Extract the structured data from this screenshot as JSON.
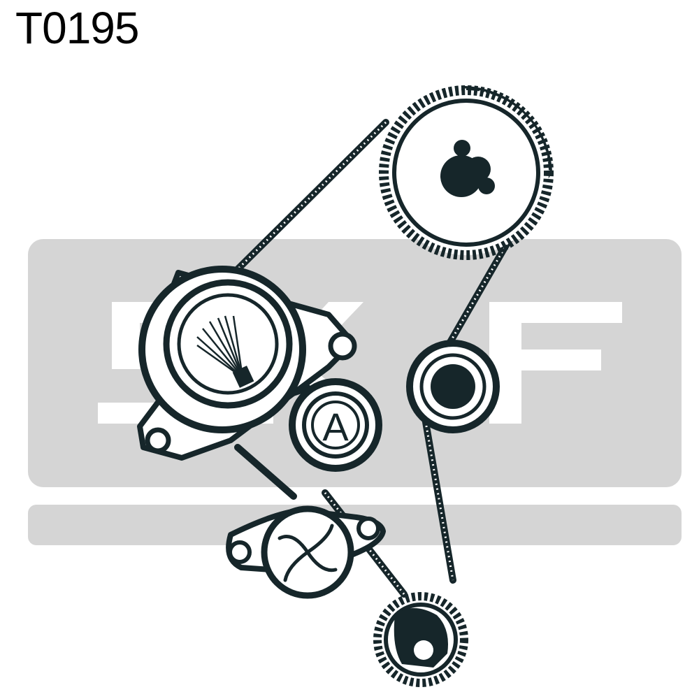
{
  "header": {
    "part_code": "T0195"
  },
  "watermark": {
    "brand": "SKF"
  },
  "diagram": {
    "pulley_label": "A"
  },
  "colors": {
    "ink": "#16262a",
    "watermark": "#d5d5d5",
    "background": "#ffffff"
  }
}
